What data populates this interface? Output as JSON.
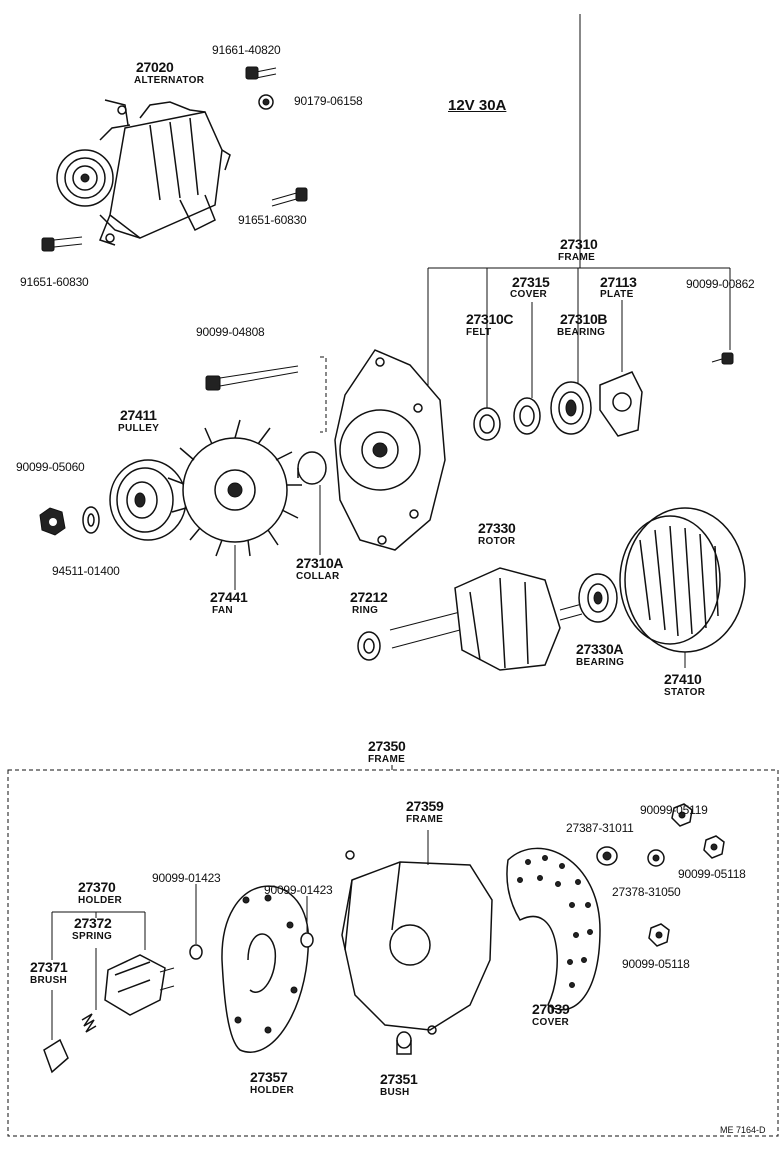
{
  "header": {
    "spec": "12V 30A"
  },
  "parts": {
    "p27020": {
      "number": "27020",
      "name": "ALTERNATOR"
    },
    "p91661_40820": {
      "number": "91661-40820"
    },
    "p90179_06158": {
      "number": "90179-06158"
    },
    "p91651_60830_a": {
      "number": "91651-60830"
    },
    "p91651_60830_b": {
      "number": "91651-60830"
    },
    "p27310": {
      "number": "27310",
      "name": "FRAME"
    },
    "p27315": {
      "number": "27315",
      "name": "COVER"
    },
    "p27113": {
      "number": "27113",
      "name": "PLATE"
    },
    "p90099_00862": {
      "number": "90099-00862"
    },
    "p27310C": {
      "number": "27310C",
      "name": "FELT"
    },
    "p27310B": {
      "number": "27310B",
      "name": "BEARING"
    },
    "p90099_04808": {
      "number": "90099-04808"
    },
    "p27411": {
      "number": "27411",
      "name": "PULLEY"
    },
    "p90099_05060": {
      "number": "90099-05060"
    },
    "p94511_01400": {
      "number": "94511-01400"
    },
    "p27441": {
      "number": "27441",
      "name": "FAN"
    },
    "p27310A": {
      "number": "27310A",
      "name": "COLLAR"
    },
    "p27330": {
      "number": "27330",
      "name": "ROTOR"
    },
    "p27212": {
      "number": "27212",
      "name": "RING"
    },
    "p27330A": {
      "number": "27330A",
      "name": "BEARING"
    },
    "p27410": {
      "number": "27410",
      "name": "STATOR"
    },
    "p27350": {
      "number": "27350",
      "name": "FRAME"
    },
    "p27359": {
      "number": "27359",
      "name": "FRAME"
    },
    "p27387": {
      "number": "27387-31011"
    },
    "p90099_05119": {
      "number": "90099-05119"
    },
    "p90099_05118_a": {
      "number": "90099-05118"
    },
    "p27378": {
      "number": "27378-31050"
    },
    "p90099_05118_b": {
      "number": "90099-05118"
    },
    "p27370": {
      "number": "27370",
      "name": "HOLDER"
    },
    "p90099_01423_a": {
      "number": "90099-01423"
    },
    "p90099_01423_b": {
      "number": "90099-01423"
    },
    "p27372": {
      "number": "27372",
      "name": "SPRING"
    },
    "p27371": {
      "number": "27371",
      "name": "BRUSH"
    },
    "p27039": {
      "number": "27039",
      "name": "COVER"
    },
    "p27357": {
      "number": "27357",
      "name": "HOLDER"
    },
    "p27351": {
      "number": "27351",
      "name": "BUSH"
    }
  },
  "footer": {
    "ref": "ME 7164-D"
  }
}
